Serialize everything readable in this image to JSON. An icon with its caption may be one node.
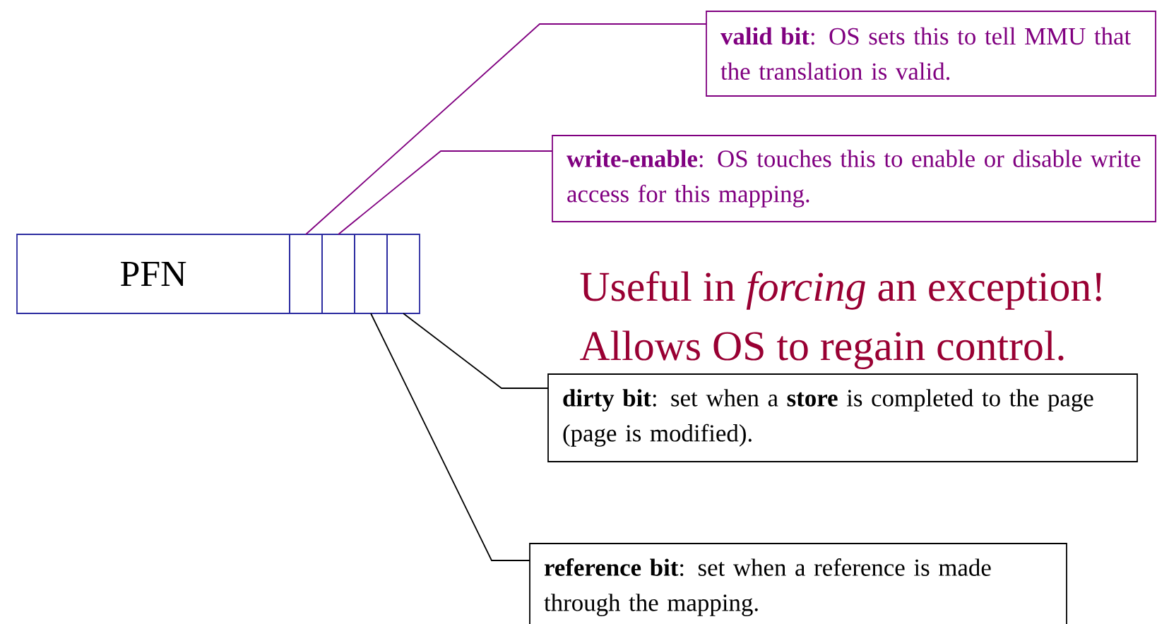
{
  "diagram": {
    "nodes": [
      {
        "text": [
          "PFN"
        ]
      },
      {
        "text": [],
        "shape": "box"
      },
      {
        "text": [],
        "shape": "box"
      },
      {
        "text": [],
        "shape": "box"
      },
      {
        "text": [],
        "shape": "box"
      },
      {
        "text": [
          "**valid bit**: OS sets this to tell MMU that the translation is valid."
        ]
      },
      {
        "text": [
          "**write-enable**: OS touches this to enable or disable write access for this mapping."
        ]
      },
      {
        "text": [
          "**dirty bit**: set when a **store** is completed to the page (page is modified)."
        ]
      },
      {
        "text": [
          "**reference bit**: set when a reference is made through the mapping."
        ]
      }
    ],
    "edges": [
      {
        "from": 5,
        "to": 1,
        "arrow": "none",
        "color": "#800080"
      },
      {
        "from": 6,
        "to": 2,
        "arrow": "none",
        "color": "#800080"
      },
      {
        "from": 7,
        "to": 4,
        "arrow": "none",
        "color": "#000000"
      },
      {
        "from": 8,
        "to": 3,
        "arrow": "none",
        "color": "#000000"
      }
    ],
    "labels": [
      "Useful in *forcing* an exception!",
      "Allows OS to regain control."
    ]
  }
}
